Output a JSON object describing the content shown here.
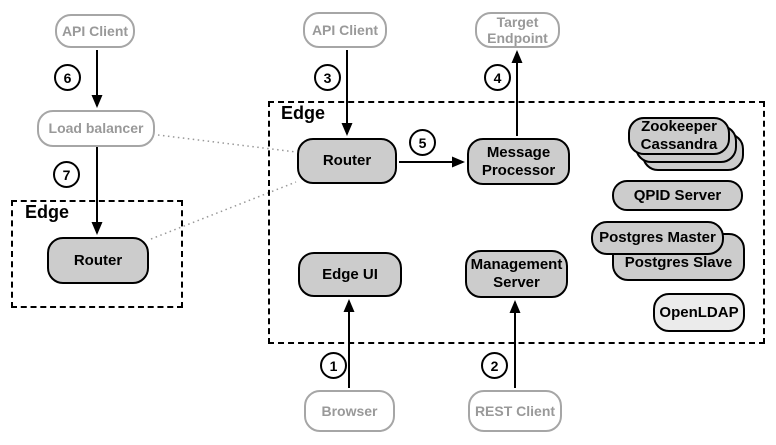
{
  "colors": {
    "background": "#ffffff",
    "node_fill": "#cccccc",
    "node_border": "#000000",
    "external_border": "#a6a6a6",
    "external_text": "#999999",
    "openldap_fill": "#ebebeb",
    "dotted_link": "#999999"
  },
  "groups": {
    "edge_left": {
      "label": "Edge"
    },
    "edge_main": {
      "label": "Edge"
    }
  },
  "nodes": {
    "api_client_left": {
      "label": "API Client"
    },
    "load_balancer": {
      "label": "Load balancer"
    },
    "router_left": {
      "label": "Router"
    },
    "api_client_mid": {
      "label": "API Client"
    },
    "router_main": {
      "label": "Router"
    },
    "message_processor": {
      "line1": "Message",
      "line2": "Processor"
    },
    "target_endpoint": {
      "line1": "Target",
      "line2": "Endpoint"
    },
    "zookeeper_cassandra": {
      "line1": "Zookeeper",
      "line2": "Cassandra"
    },
    "qpid_server": {
      "label": "QPID Server"
    },
    "postgres_master": {
      "label": "Postgres Master"
    },
    "postgres_slave": {
      "label": "Postgres Slave"
    },
    "openldap": {
      "label": "OpenLDAP"
    },
    "edge_ui": {
      "label": "Edge UI"
    },
    "management_server": {
      "line1": "Management",
      "line2": "Server"
    },
    "browser": {
      "label": "Browser"
    },
    "rest_client": {
      "label": "REST Client"
    }
  },
  "steps": {
    "s1": "1",
    "s2": "2",
    "s3": "3",
    "s4": "4",
    "s5": "5",
    "s6": "6",
    "s7": "7"
  }
}
